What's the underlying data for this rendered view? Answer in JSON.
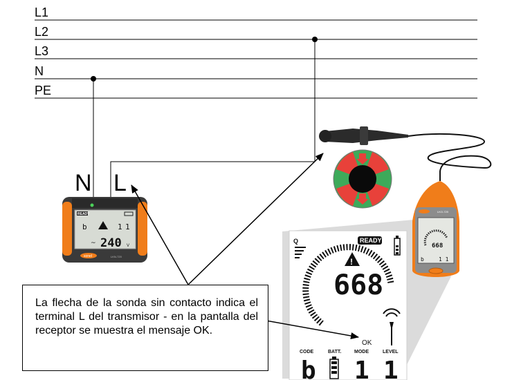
{
  "bus_lines": [
    {
      "label": "L1"
    },
    {
      "label": "L2"
    },
    {
      "label": "L3"
    },
    {
      "label": "N"
    },
    {
      "label": "PE"
    }
  ],
  "terminals": {
    "left": "N",
    "right": "L"
  },
  "transmitter": {
    "status": "READY",
    "code": "b",
    "value": "240",
    "unit": "V",
    "model": "LKN-720",
    "brand": "sonel"
  },
  "receiver": {
    "model": "LKO-720",
    "brand": "sonel"
  },
  "receiver_display": {
    "q_label": "Q",
    "status": "READY",
    "value": "668",
    "ok_text": "OK",
    "code_label": "CODE",
    "batt_label": "BATT.",
    "mode_label": "MODE",
    "level_label": "LEVEL",
    "code_value": "b",
    "mode_value": "1",
    "level_value": "1"
  },
  "note": {
    "text": "La flecha de la sonda sin contacto indica el terminal L del transmisor - en la pantalla del receptor se muestra el mensaje OK."
  },
  "colors": {
    "orange": "#f07d1a",
    "device_dark": "#3a3a3a",
    "probe_red": "#e8413a",
    "probe_green": "#3daa5a"
  }
}
